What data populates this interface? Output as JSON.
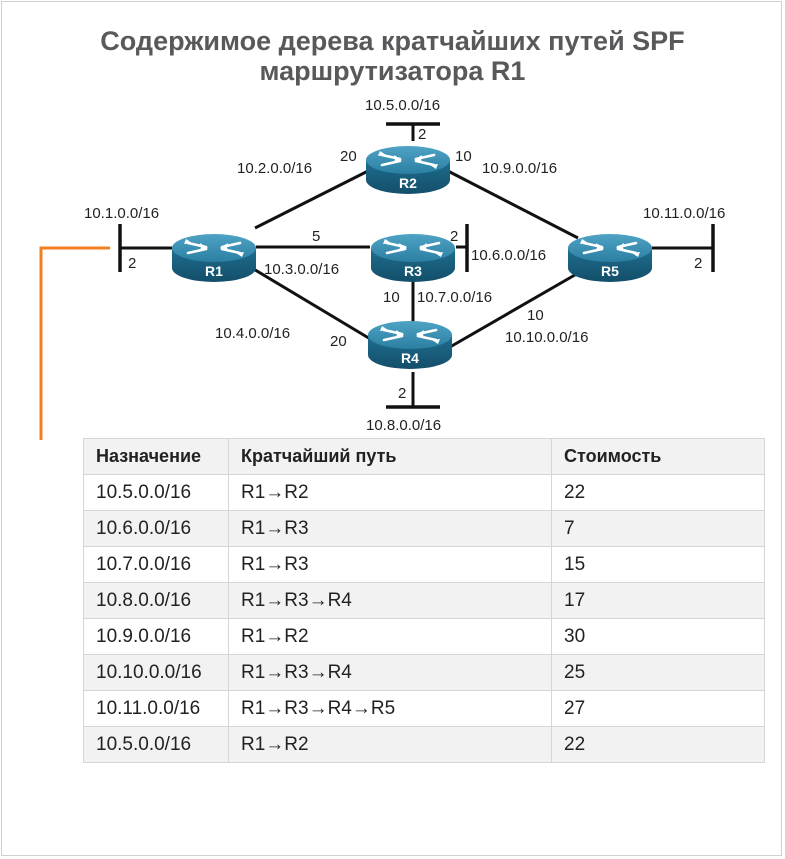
{
  "title": {
    "line1": "Содержимое дерева кратчайших путей SPF",
    "line2": "маршрутизатора R1"
  },
  "routers": {
    "r1": "R1",
    "r2": "R2",
    "r3": "R3",
    "r4": "R4",
    "r5": "R5"
  },
  "networks": {
    "n1": "10.1.0.0/16",
    "n2": "10.2.0.0/16",
    "n3": "10.3.0.0/16",
    "n4": "10.4.0.0/16",
    "n5": "10.5.0.0/16",
    "n6": "10.6.0.0/16",
    "n7": "10.7.0.0/16",
    "n8": "10.8.0.0/16",
    "n9": "10.9.0.0/16",
    "n10": "10.10.0.0/16",
    "n11": "10.11.0.0/16"
  },
  "costs": {
    "r1_stub": "2",
    "r1_r2": "20",
    "r2_stub": "2",
    "r2_r5": "10",
    "r1_r3": "5",
    "r3_stub": "2",
    "r3_r4": "10",
    "r1_r4": "20",
    "r4_stub": "2",
    "r4_r5": "10",
    "r5_stub": "2"
  },
  "colors": {
    "router": "#1f6d8f",
    "arrow": "#f07f22",
    "title": "#58595b"
  },
  "table": {
    "headers": [
      "Назначение",
      "Кратчайший путь",
      "Стоимость"
    ],
    "rows": [
      [
        "10.5.0.0/16",
        "R1→R2",
        "22"
      ],
      [
        "10.6.0.0/16",
        "R1→R3",
        "7"
      ],
      [
        "10.7.0.0/16",
        "R1→R3",
        "15"
      ],
      [
        "10.8.0.0/16",
        "R1→R3→R4",
        "17"
      ],
      [
        "10.9.0.0/16",
        "R1→R2",
        "30"
      ],
      [
        "10.10.0.0/16",
        "R1→R3→R4",
        "25"
      ],
      [
        "10.11.0.0/16",
        "R1→R3→R4→R5",
        "27"
      ],
      [
        "10.5.0.0/16",
        "R1→R2",
        "22"
      ]
    ]
  }
}
